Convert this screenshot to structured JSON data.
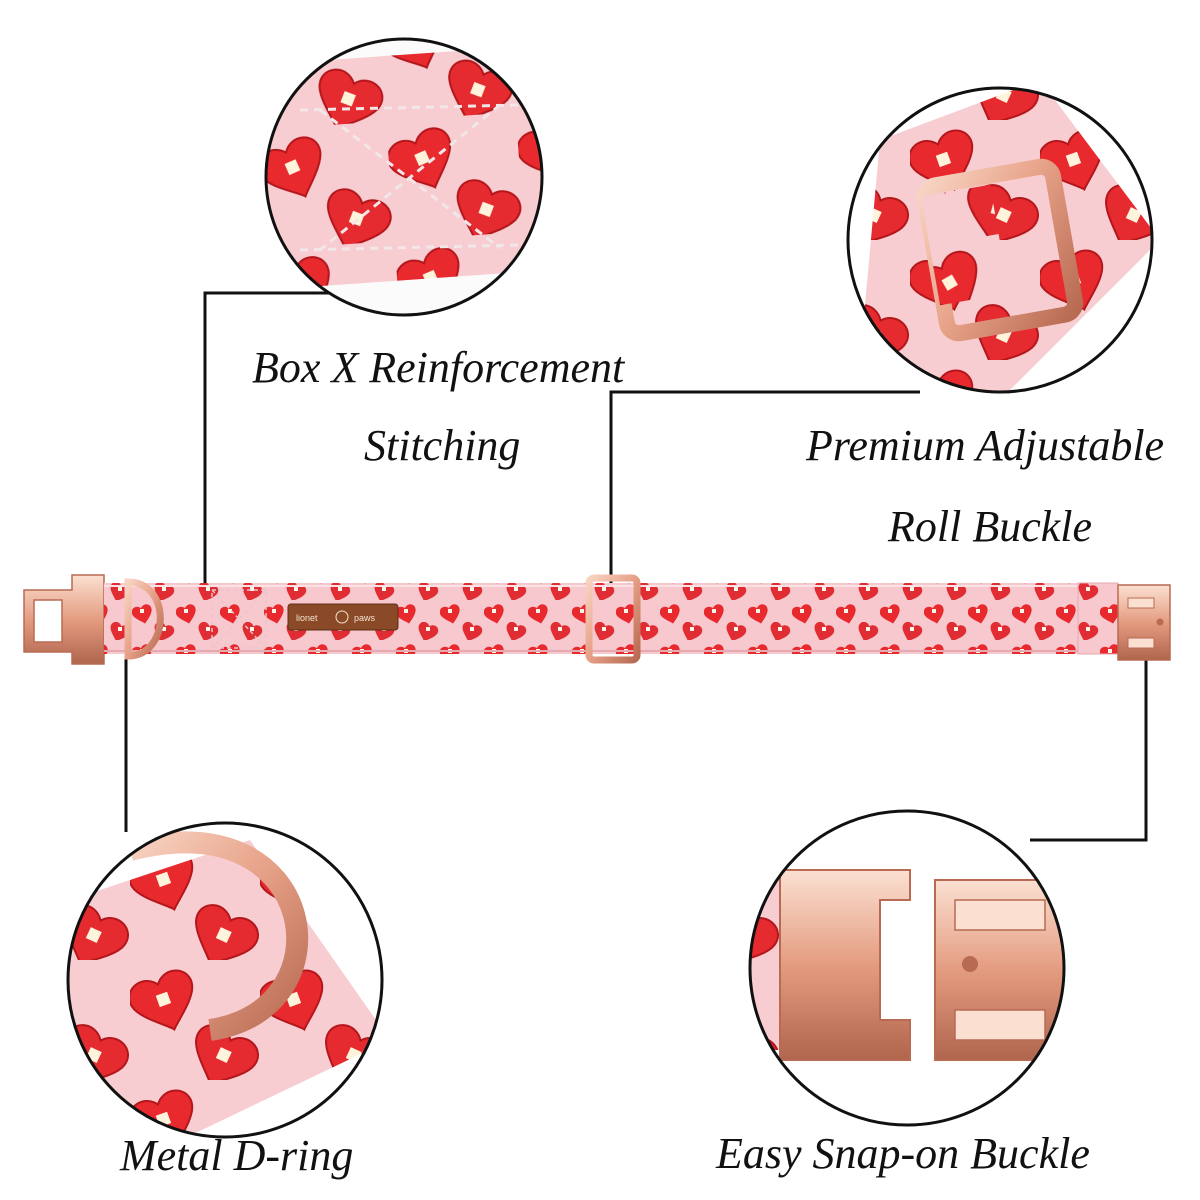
{
  "captions": {
    "box_x_line1": "Box X Reinforcement",
    "box_x_line2": "Stitching",
    "roll_buckle_line1": "Premium Adjustable",
    "roll_buckle_line2": "Roll Buckle",
    "d_ring": "Metal D-ring",
    "snap_buckle": "Easy Snap-on Buckle"
  },
  "brand_tag": {
    "word1": "lionet",
    "word2": "paws"
  },
  "colors": {
    "fabric_pink": "#f7c9cf",
    "heart_red": "#e8292e",
    "heart_dark": "#b3161b",
    "rose_gold": "#e8a48a",
    "rose_gold_light": "#f8d3c2",
    "rose_gold_dark": "#b86a52",
    "leather_tag": "#8a4a27",
    "outline": "#111111"
  }
}
